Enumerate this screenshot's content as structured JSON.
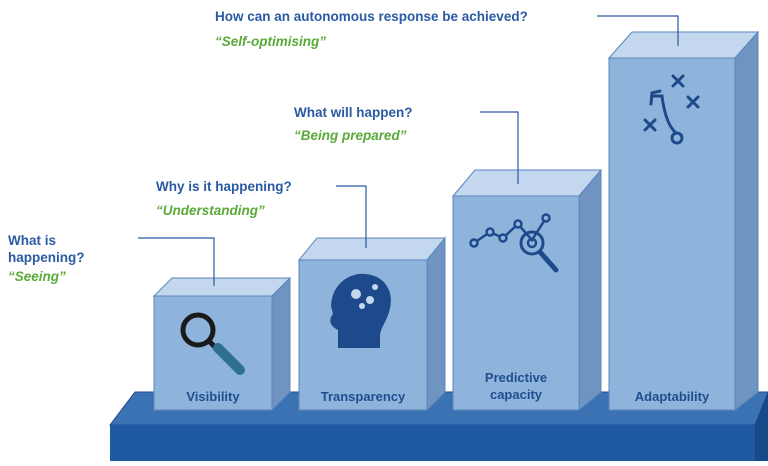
{
  "steps": [
    {
      "question": "What is happening?",
      "answer": "“Seeing”",
      "label": "Visibility",
      "icon": "magnifier-icon"
    },
    {
      "question": "Why is it happening?",
      "answer": "“Understanding”",
      "label": "Transparency",
      "icon": "head-gears-icon"
    },
    {
      "question": "What will happen?",
      "answer": "“Being prepared”",
      "label": "Predictive capacity",
      "icon": "trend-magnifier-icon"
    },
    {
      "question": "How can an autonomous response be achieved?",
      "answer": "“Self-optimising”",
      "label": "Adaptability",
      "icon": "strategy-play-icon"
    }
  ],
  "colors": {
    "question_text": "#2a5aa2",
    "answer_text": "#5aaa3a",
    "box_front": "#8fb4dc",
    "box_top": "#c3d8ee",
    "box_side": "#6f94c2",
    "platform_top": "#3b72b4",
    "platform_front": "#1f58a3",
    "icon": "#1e4a8c"
  }
}
